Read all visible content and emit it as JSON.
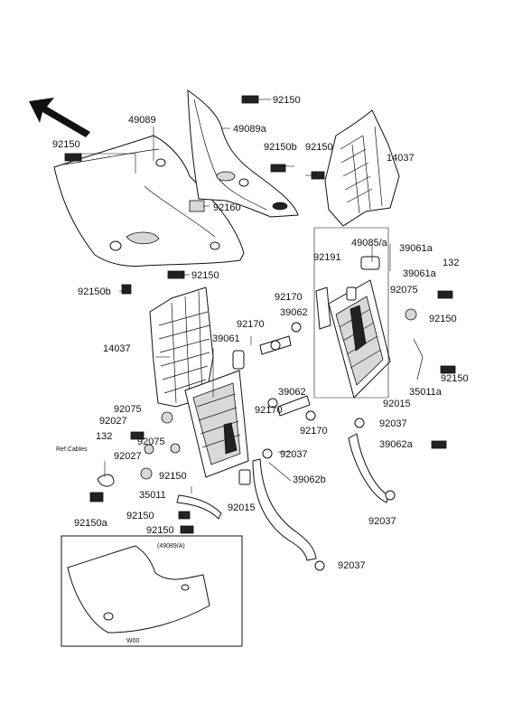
{
  "labels": {
    "l49089": "49089",
    "l49089a": "49089a",
    "l92150_top": "92150",
    "l92150_left": "92150",
    "l92150b_mid": "92150b",
    "l92150_mid": "92150",
    "l14037_right": "14037",
    "l92160": "92160",
    "l92150_shroud": "92150",
    "l92150b_low": "92150b",
    "l49085a": "49085/a",
    "l39061a": "39061a",
    "l92191": "92191",
    "l39061a_b": "39061a",
    "l132_right": "132",
    "l92170_a": "92170",
    "l92075_right": "92075",
    "l92170_b": "92170",
    "l39062_a": "39062",
    "l92150_r1": "92150",
    "l14037_left": "14037",
    "l39061": "39061",
    "l92150_r2": "92150",
    "l35011a": "35011a",
    "l92015_right": "92015",
    "l39062_b": "39062",
    "l92075_l1": "92075",
    "l92170_c": "92170",
    "l92170_d": "92170",
    "l92037_a": "92037",
    "l92027_a": "92027",
    "l132_left": "132",
    "l39062a": "39062a",
    "l92075_l2": "92075",
    "l92037_b": "92037",
    "ref_cables": "Ref.Cables",
    "l92027_b": "92027",
    "l92150_c": "92150",
    "l39062b": "39062b",
    "l35011": "35011",
    "l92015_left": "92015",
    "l92037_c": "92037",
    "l92150a": "92150a",
    "l92150_d": "92150",
    "l92150_e": "92150",
    "l92037_d": "92037",
    "inset_label": "(49089/A)",
    "inset_caption": "W00"
  }
}
